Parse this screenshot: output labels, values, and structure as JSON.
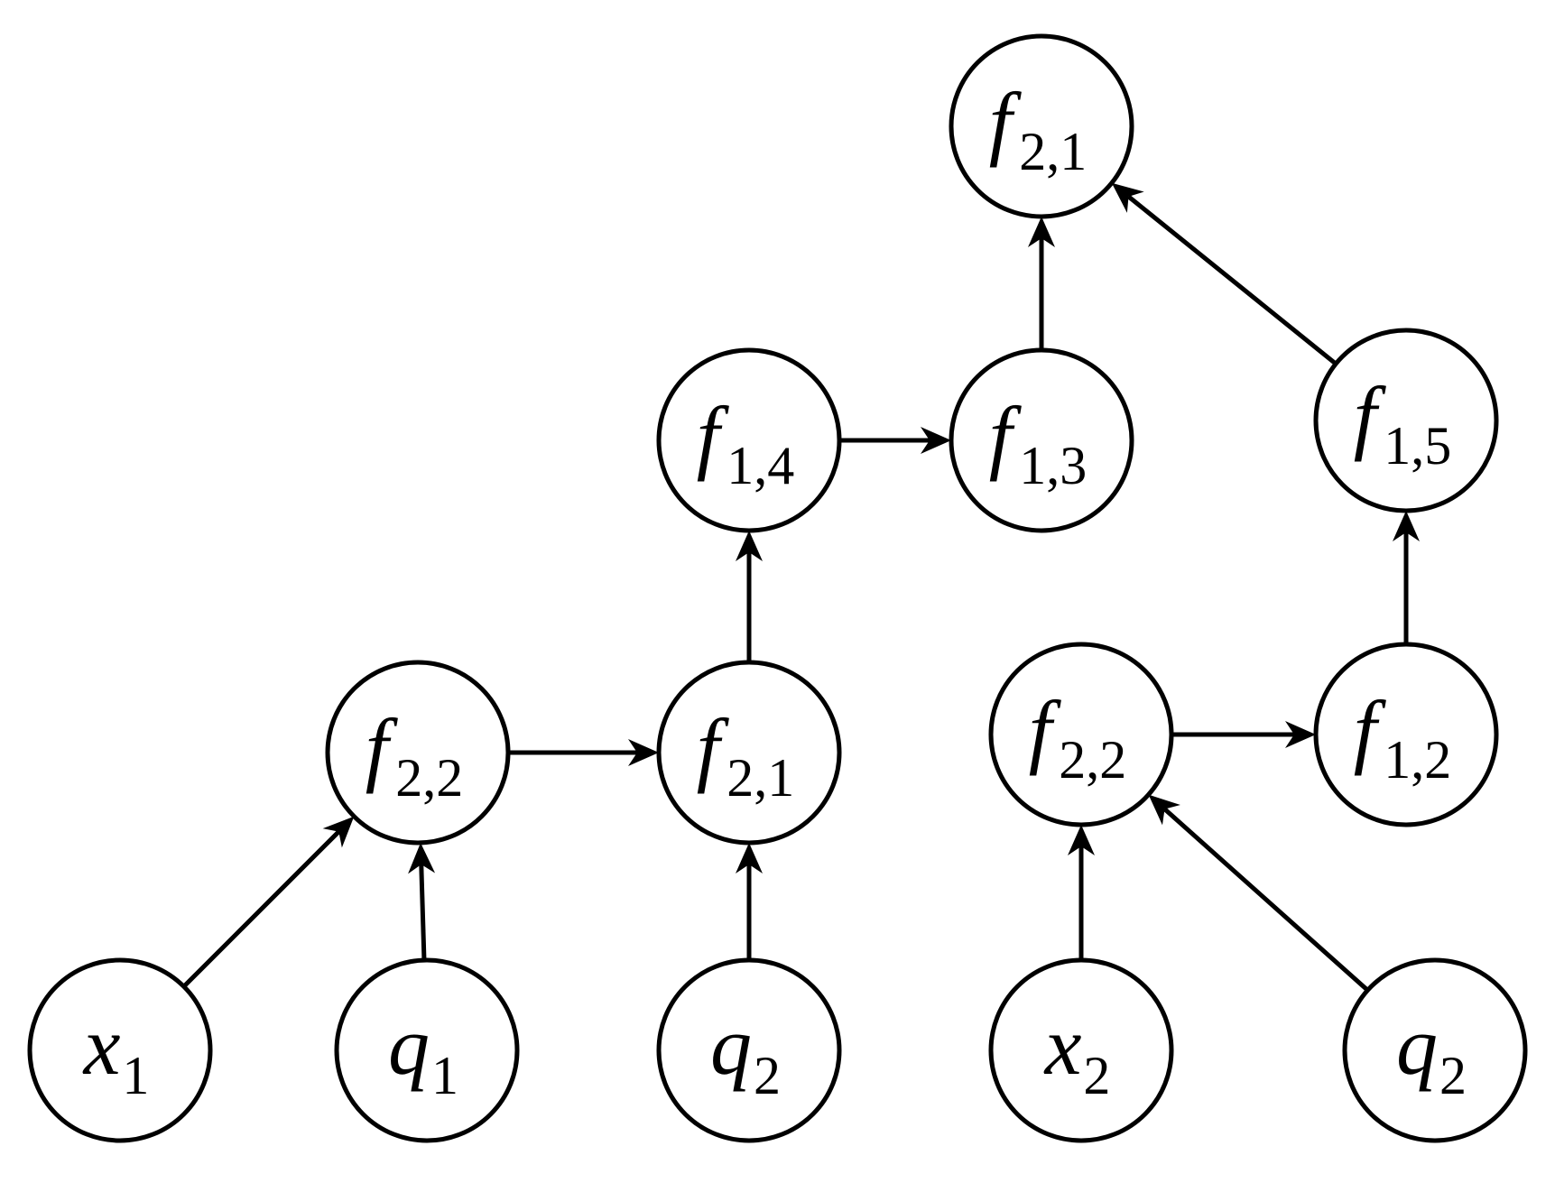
{
  "nodes": [
    {
      "id": "top_f21",
      "var": "f",
      "sub": "2,1"
    },
    {
      "id": "f14",
      "var": "f",
      "sub": "1,4"
    },
    {
      "id": "f13",
      "var": "f",
      "sub": "1,3"
    },
    {
      "id": "f15",
      "var": "f",
      "sub": "1,5"
    },
    {
      "id": "l_f22",
      "var": "f",
      "sub": "2,2"
    },
    {
      "id": "l_f21",
      "var": "f",
      "sub": "2,1"
    },
    {
      "id": "r_f22",
      "var": "f",
      "sub": "2,2"
    },
    {
      "id": "f12",
      "var": "f",
      "sub": "1,2"
    },
    {
      "id": "x1",
      "var": "x",
      "sub": "1"
    },
    {
      "id": "q1",
      "var": "q",
      "sub": "1"
    },
    {
      "id": "l_q2",
      "var": "q",
      "sub": "2"
    },
    {
      "id": "x2",
      "var": "x",
      "sub": "2"
    },
    {
      "id": "r_q2",
      "var": "q",
      "sub": "2"
    }
  ],
  "edges": [
    {
      "from": "x1",
      "to": "l_f22"
    },
    {
      "from": "q1",
      "to": "l_f22"
    },
    {
      "from": "l_f22",
      "to": "l_f21"
    },
    {
      "from": "l_q2",
      "to": "l_f21"
    },
    {
      "from": "l_f21",
      "to": "f14"
    },
    {
      "from": "f14",
      "to": "f13"
    },
    {
      "from": "f13",
      "to": "top_f21"
    },
    {
      "from": "f15",
      "to": "top_f21"
    },
    {
      "from": "x2",
      "to": "r_f22"
    },
    {
      "from": "r_q2",
      "to": "r_f22"
    },
    {
      "from": "r_f22",
      "to": "f12"
    },
    {
      "from": "f12",
      "to": "f15"
    }
  ]
}
